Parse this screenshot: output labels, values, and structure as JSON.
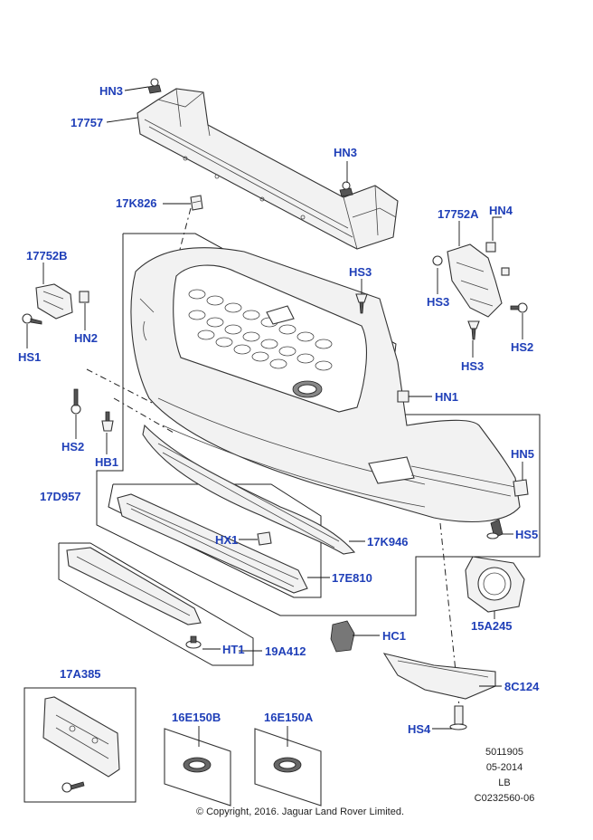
{
  "callouts": {
    "hn3_top": "HN3",
    "c17757": "17757",
    "hn3_mid": "HN3",
    "c17k826": "17K826",
    "c17752a": "17752A",
    "hn4": "HN4",
    "c17752b": "17752B",
    "hs3_mid": "HS3",
    "hs3_right": "HS3",
    "hs2_right": "HS2",
    "hs3_lower": "HS3",
    "hn2": "HN2",
    "hs1": "HS1",
    "hn1": "HN1",
    "hs2_left": "HS2",
    "hb1": "HB1",
    "hn5": "HN5",
    "c17d957": "17D957",
    "hs5": "HS5",
    "hx1": "HX1",
    "c17k946": "17K946",
    "c17e810": "17E810",
    "c15a245": "15A245",
    "hc1": "HC1",
    "ht1": "HT1",
    "c19a412": "19A412",
    "c8c124": "8C124",
    "c17a385": "17A385",
    "c16e150b": "16E150B",
    "c16e150a": "16E150A",
    "hs4": "HS4"
  },
  "meta": {
    "ref1": "5011905",
    "ref2": "05-2014",
    "ref3": "LB",
    "ref4": "C0232560-06",
    "copyright": "© Copyright, 2016. Jaguar Land Rover Limited."
  },
  "colors": {
    "callout": "#1f3fb8",
    "line": "#222222",
    "background": "#ffffff"
  }
}
